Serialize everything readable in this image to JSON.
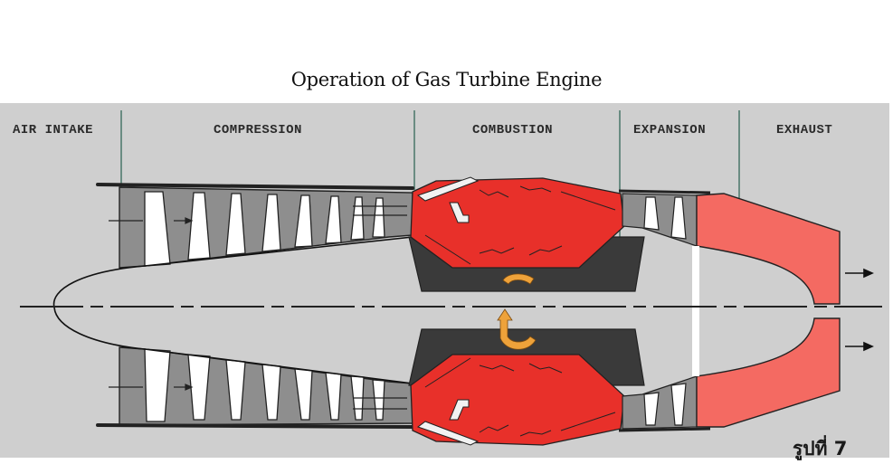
{
  "diagram": {
    "title": "Operation of Gas Turbine Engine",
    "stages": [
      {
        "id": "air-intake",
        "label": "AIR INTAKE"
      },
      {
        "id": "compression",
        "label": "COMPRESSION"
      },
      {
        "id": "combustion",
        "label": "COMBUSTION"
      },
      {
        "id": "expansion",
        "label": "EXPANSION"
      },
      {
        "id": "exhaust",
        "label": "EXHAUST"
      }
    ],
    "caption": "รูปที่ 7",
    "colors": {
      "background": "#cfcfcf",
      "combustion": "#e8302a",
      "exhaust": "#f46a62",
      "shaft": "#3a3a3a",
      "compressor_dark": "#8e8e8e",
      "blade_white": "#ffffff",
      "rotation_arrow": "#eea23a",
      "stage_divider": "#3f6f62"
    }
  }
}
